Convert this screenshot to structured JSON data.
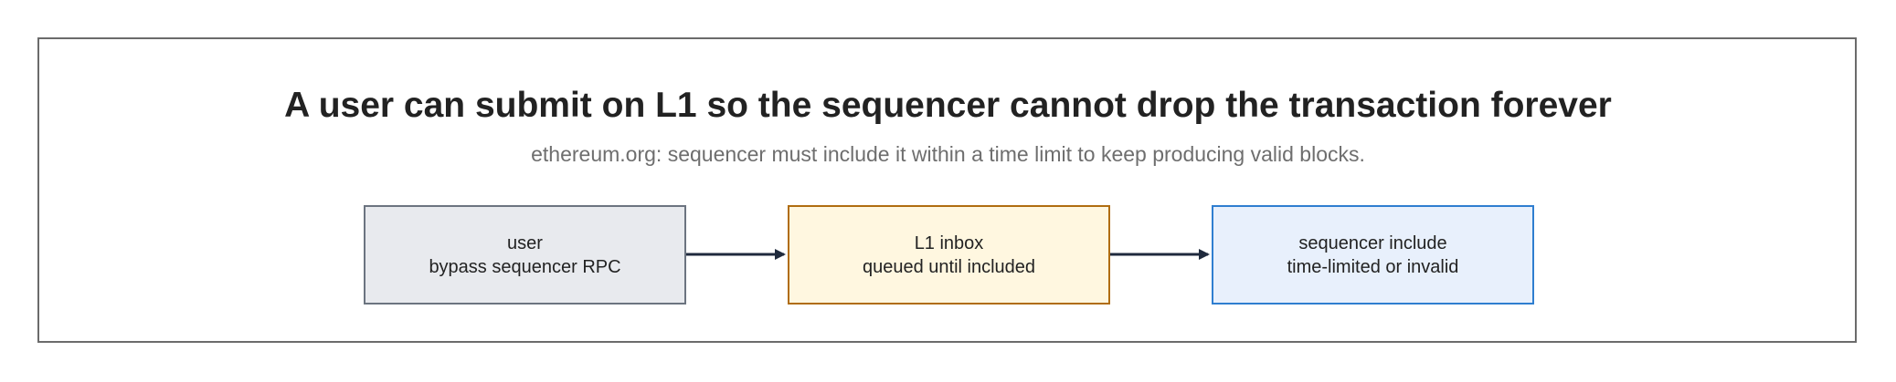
{
  "diagram": {
    "title": "A user can submit on L1 so the sequencer cannot drop the transaction forever",
    "subtitle": "ethereum.org: sequencer must include it within a time limit to keep producing valid blocks.",
    "nodes": [
      {
        "line1": "user",
        "line2": "bypass sequencer RPC",
        "fill": "#e8eaee",
        "stroke": "#6c7480"
      },
      {
        "line1": "L1 inbox",
        "line2": "queued until included",
        "fill": "#fff7e0",
        "stroke": "#b06d10"
      },
      {
        "line1": "sequencer include",
        "line2": "time-limited or invalid",
        "fill": "#e8f0fc",
        "stroke": "#2f7ed0"
      }
    ],
    "edges": [
      {
        "from": "user",
        "to": "L1 inbox"
      },
      {
        "from": "L1 inbox",
        "to": "sequencer include"
      }
    ],
    "colors": {
      "arrow": "#1f2a3d",
      "frame": "#6b6b6b",
      "title": "#222222",
      "subtitle": "#6e6e6e"
    }
  }
}
